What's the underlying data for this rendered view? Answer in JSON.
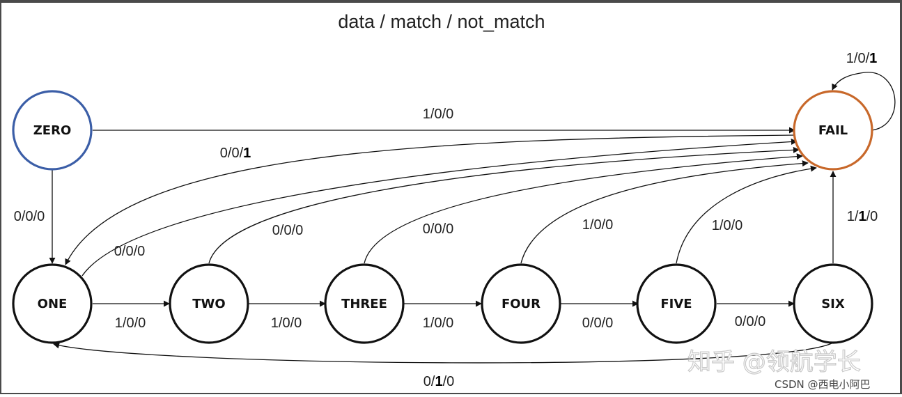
{
  "title": "data / match / not_match",
  "colors": {
    "start_state": "#3b5ea7",
    "fail_state": "#c8682a",
    "normal_state": "#111111",
    "edge": "#111111"
  },
  "states": {
    "zero": "ZERO",
    "one": "ONE",
    "two": "TWO",
    "three": "THREE",
    "four": "FOUR",
    "five": "FIVE",
    "six": "SIX",
    "fail": "FAIL"
  },
  "transitions": [
    {
      "id": "zero-fail",
      "from": "ZERO",
      "to": "FAIL",
      "data": "1",
      "match": "0",
      "not_match": "0",
      "bold": ""
    },
    {
      "id": "zero-one",
      "from": "ZERO",
      "to": "ONE",
      "data": "0",
      "match": "0",
      "not_match": "0",
      "bold": ""
    },
    {
      "id": "fail-one",
      "from": "FAIL",
      "to": "ONE",
      "data": "0",
      "match": "0",
      "not_match": "1",
      "bold": "not_match"
    },
    {
      "id": "fail-self",
      "from": "FAIL",
      "to": "FAIL",
      "data": "1",
      "match": "0",
      "not_match": "1",
      "bold": "not_match"
    },
    {
      "id": "one-fail",
      "from": "ONE",
      "to": "FAIL",
      "data": "0",
      "match": "0",
      "not_match": "0",
      "bold": ""
    },
    {
      "id": "two-fail",
      "from": "TWO",
      "to": "FAIL",
      "data": "0",
      "match": "0",
      "not_match": "0",
      "bold": ""
    },
    {
      "id": "three-fail",
      "from": "THREE",
      "to": "FAIL",
      "data": "0",
      "match": "0",
      "not_match": "0",
      "bold": ""
    },
    {
      "id": "four-fail",
      "from": "FOUR",
      "to": "FAIL",
      "data": "1",
      "match": "0",
      "not_match": "0",
      "bold": ""
    },
    {
      "id": "five-fail",
      "from": "FIVE",
      "to": "FAIL",
      "data": "1",
      "match": "0",
      "not_match": "0",
      "bold": ""
    },
    {
      "id": "six-fail",
      "from": "SIX",
      "to": "FAIL",
      "data": "1",
      "match": "1",
      "not_match": "0",
      "bold": "match"
    },
    {
      "id": "one-two",
      "from": "ONE",
      "to": "TWO",
      "data": "1",
      "match": "0",
      "not_match": "0",
      "bold": ""
    },
    {
      "id": "two-three",
      "from": "TWO",
      "to": "THREE",
      "data": "1",
      "match": "0",
      "not_match": "0",
      "bold": ""
    },
    {
      "id": "three-four",
      "from": "THREE",
      "to": "FOUR",
      "data": "1",
      "match": "0",
      "not_match": "0",
      "bold": ""
    },
    {
      "id": "four-five",
      "from": "FOUR",
      "to": "FIVE",
      "data": "0",
      "match": "0",
      "not_match": "0",
      "bold": ""
    },
    {
      "id": "five-six",
      "from": "FIVE",
      "to": "SIX",
      "data": "0",
      "match": "0",
      "not_match": "0",
      "bold": ""
    },
    {
      "id": "six-one",
      "from": "SIX",
      "to": "ONE",
      "data": "0",
      "match": "1",
      "not_match": "0",
      "bold": "match"
    }
  ],
  "watermarks": {
    "zhihu": "知乎 @领航学长",
    "csdn": "CSDN @西电小阿巴"
  }
}
